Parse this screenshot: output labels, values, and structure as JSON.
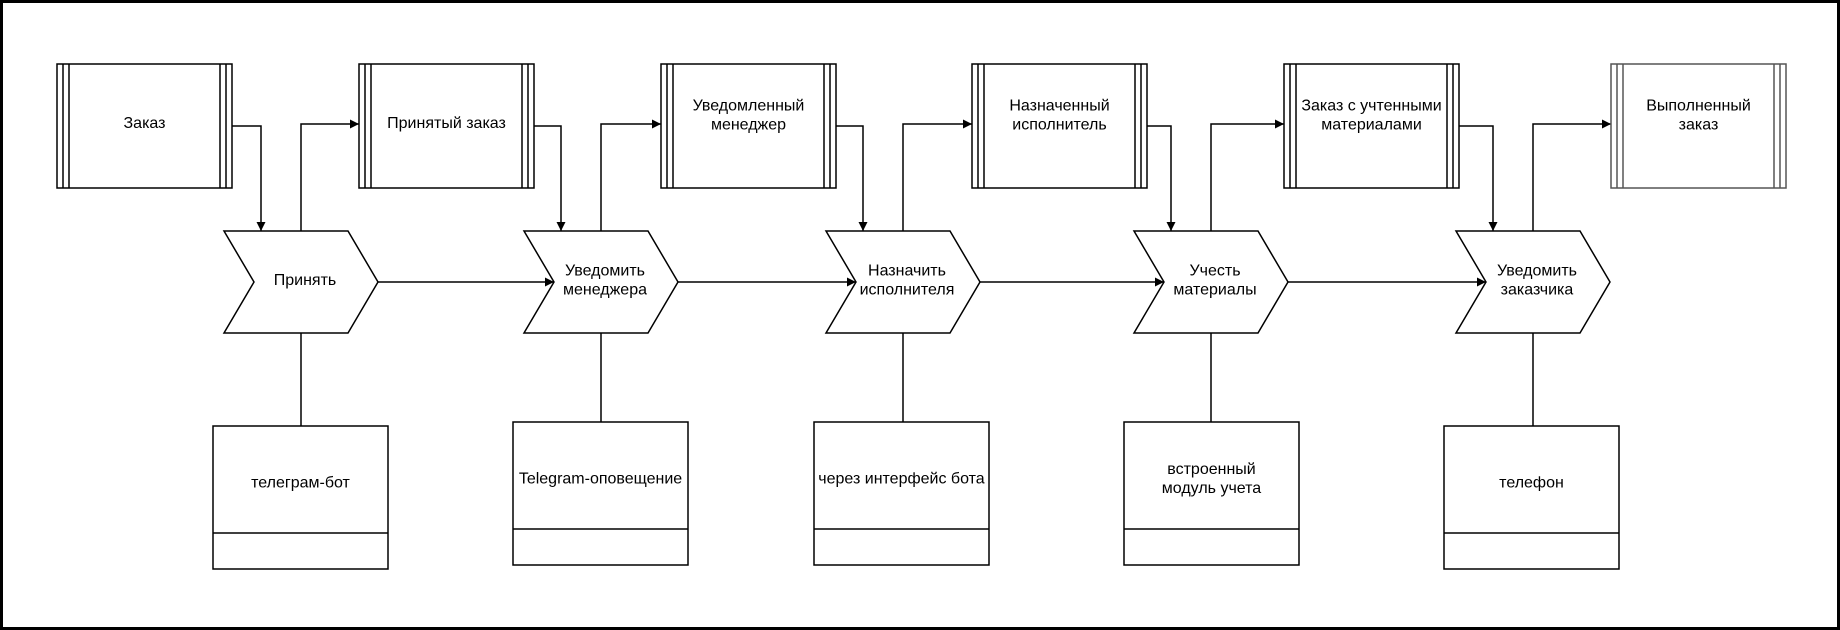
{
  "diagram": {
    "artifacts": [
      {
        "label": "Заказ"
      },
      {
        "label": "Принятый заказ"
      },
      {
        "label": "Уведомленный менеджер"
      },
      {
        "label": "Назначенный исполнитель"
      },
      {
        "label": "Заказ с учтенными материалами"
      },
      {
        "label": "Выполненный заказ"
      }
    ],
    "processes": [
      {
        "label": "Принять"
      },
      {
        "label": "Уведомить менеджера"
      },
      {
        "label": "Назначить исполнителя"
      },
      {
        "label": "Учесть материалы"
      },
      {
        "label": "Уведомить заказчика"
      }
    ],
    "mechanisms": [
      {
        "label": "телеграм-бот"
      },
      {
        "label": "Telegram-оповещение"
      },
      {
        "label": "через интерфейс бота"
      },
      {
        "label": "встроенный модуль учета"
      },
      {
        "label": "телефон"
      }
    ]
  }
}
